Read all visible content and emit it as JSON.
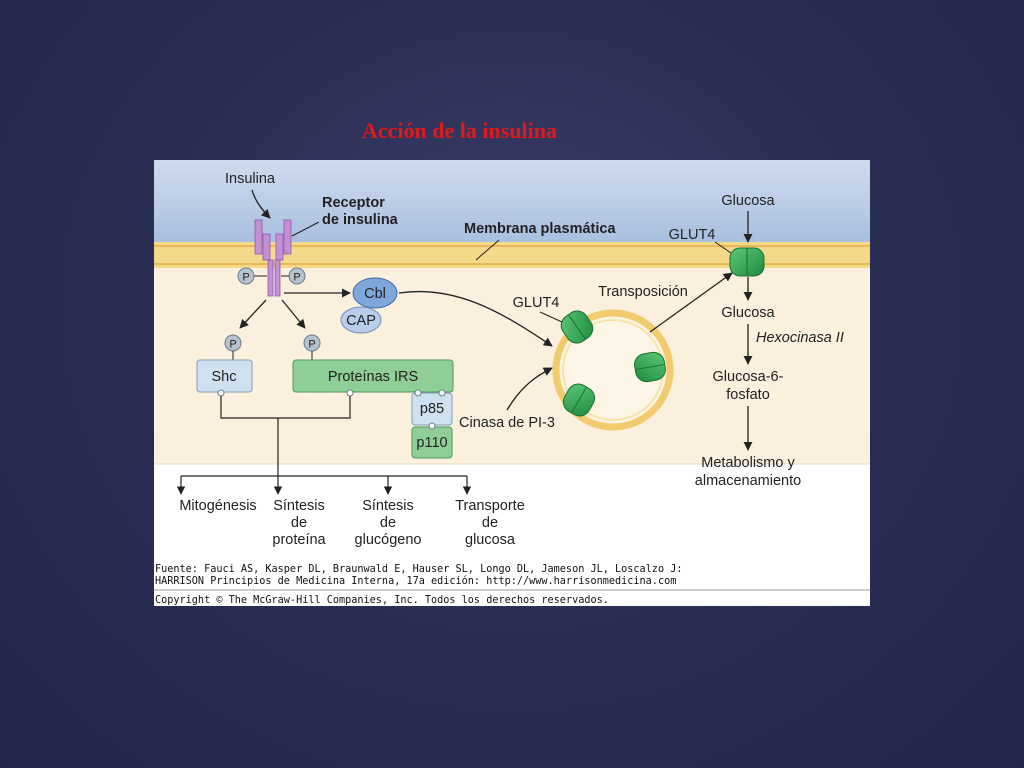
{
  "slide": {
    "title": "Acción de la insulina"
  },
  "figure": {
    "insulina": "Insulina",
    "receptor_line1": "Receptor",
    "receptor_line2": "de insulina",
    "membrana": "Membrana plasmática",
    "phospho": "P",
    "cbl": "Cbl",
    "cap": "CAP",
    "shc": "Shc",
    "proteinas_irs": "Proteínas IRS",
    "p85": "p85",
    "p110": "p110",
    "glut4_vesicle": "GLUT4",
    "transposicion": "Transposición",
    "cinasa": "Cinasa de PI-3",
    "glucosa_top": "Glucosa",
    "glut4_membrane": "GLUT4",
    "glucosa_inside": "Glucosa",
    "hexocinasa": "Hexocinasa II",
    "g6p_line1": "Glucosa-6-",
    "g6p_line2": "fosfato",
    "metab_line1": "Metabolismo y",
    "metab_line2": "almacenamiento",
    "outputs": {
      "mitogenesis": "Mitogénesis",
      "sintesis_proteina": [
        "Síntesis",
        "de",
        "proteína"
      ],
      "sintesis_glucogeno": [
        "Síntesis",
        "de",
        "glucógeno"
      ],
      "transporte_glucosa": [
        "Transporte",
        "de",
        "glucosa"
      ]
    },
    "source": {
      "line1": "Fuente: Fauci AS, Kasper DL, Braunwald E, Hauser SL, Longo DL, Jameson JL, Loscalzo J:",
      "line2": "HARRISON Principios de Medicina Interna, 17a edición: http://www.harrisonmedicina.com",
      "line3": "Copyright © The McGraw-Hill Companies, Inc. Todos los derechos reservados."
    }
  },
  "colors": {
    "title": "#e01919",
    "membrane_blue": "#b9cbe4",
    "membrane_yellow": "#f5d98a",
    "cytoplasm": "#fbf0dd",
    "glut4_green": "#35a853",
    "receptor_purple": "#c58fd6",
    "box_blue": "#cfe0f0",
    "box_green": "#8fcf97"
  }
}
